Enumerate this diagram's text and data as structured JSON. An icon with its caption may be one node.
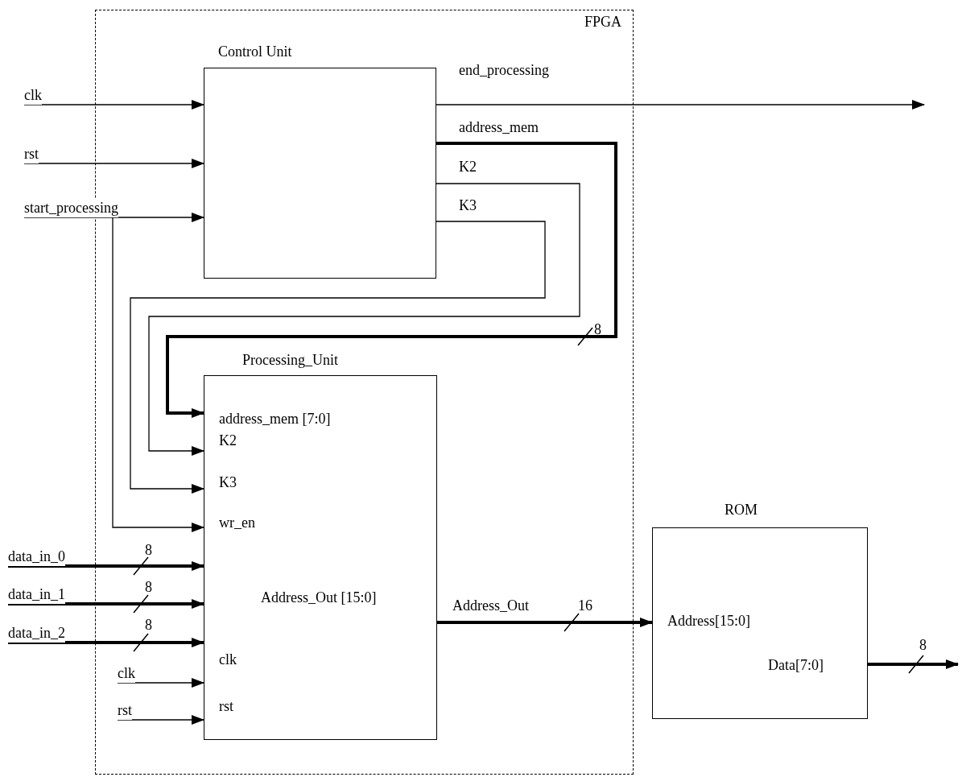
{
  "diagram": {
    "nodes": [
      {
        "text": [
          "FPGA"
        ]
      },
      {
        "text": [
          "Control Unit"
        ],
        "in": 0
      },
      {
        "text": [
          "Processing_Unit",
          "address_mem [7:0]",
          "K2",
          "K3",
          "wr_en",
          "Address_Out [15:0]",
          "clk",
          "rst"
        ],
        "in": 0
      },
      {
        "text": [
          "ROM",
          "Address[15:0]",
          "Data[7:0]"
        ]
      },
      {
        "text": [
          "clk"
        ]
      },
      {
        "text": [
          "rst"
        ]
      },
      {
        "text": [
          "start_processing"
        ]
      },
      {
        "text": [
          "data_in_0"
        ]
      },
      {
        "text": [
          "data_in_1"
        ]
      },
      {
        "text": [
          "data_in_2"
        ]
      },
      {
        "text": [
          "clk"
        ],
        "in": 0
      },
      {
        "text": [
          "rst"
        ],
        "in": 0
      }
    ],
    "edges": [
      {
        "from": 4,
        "to": 1,
        "arrow": "to"
      },
      {
        "from": 5,
        "to": 1,
        "arrow": "to"
      },
      {
        "from": 6,
        "to": 1,
        "arrow": "to"
      },
      {
        "from": 6,
        "to": 2,
        "arrow": "to"
      },
      {
        "from": 1,
        "to": null,
        "arrow": "to",
        "label": "end_processing"
      },
      {
        "from": 1,
        "to": 2,
        "arrow": "to",
        "label": "address_mem",
        "style": "thick"
      },
      {
        "from": 1,
        "to": 2,
        "arrow": "to",
        "label": "K2"
      },
      {
        "from": 1,
        "to": 2,
        "arrow": "to",
        "label": "K3"
      },
      {
        "from": 7,
        "to": 2,
        "arrow": "to",
        "style": "thick"
      },
      {
        "from": 8,
        "to": 2,
        "arrow": "to",
        "style": "thick"
      },
      {
        "from": 9,
        "to": 2,
        "arrow": "to",
        "style": "thick"
      },
      {
        "from": 10,
        "to": 2,
        "arrow": "to"
      },
      {
        "from": 11,
        "to": 2,
        "arrow": "to"
      },
      {
        "from": 2,
        "to": 3,
        "arrow": "to",
        "label": "Address_Out",
        "style": "thick"
      },
      {
        "from": 3,
        "to": null,
        "arrow": "to",
        "style": "thick"
      }
    ],
    "labels": [
      "8",
      "8",
      "8",
      "8",
      "16",
      "8"
    ]
  }
}
